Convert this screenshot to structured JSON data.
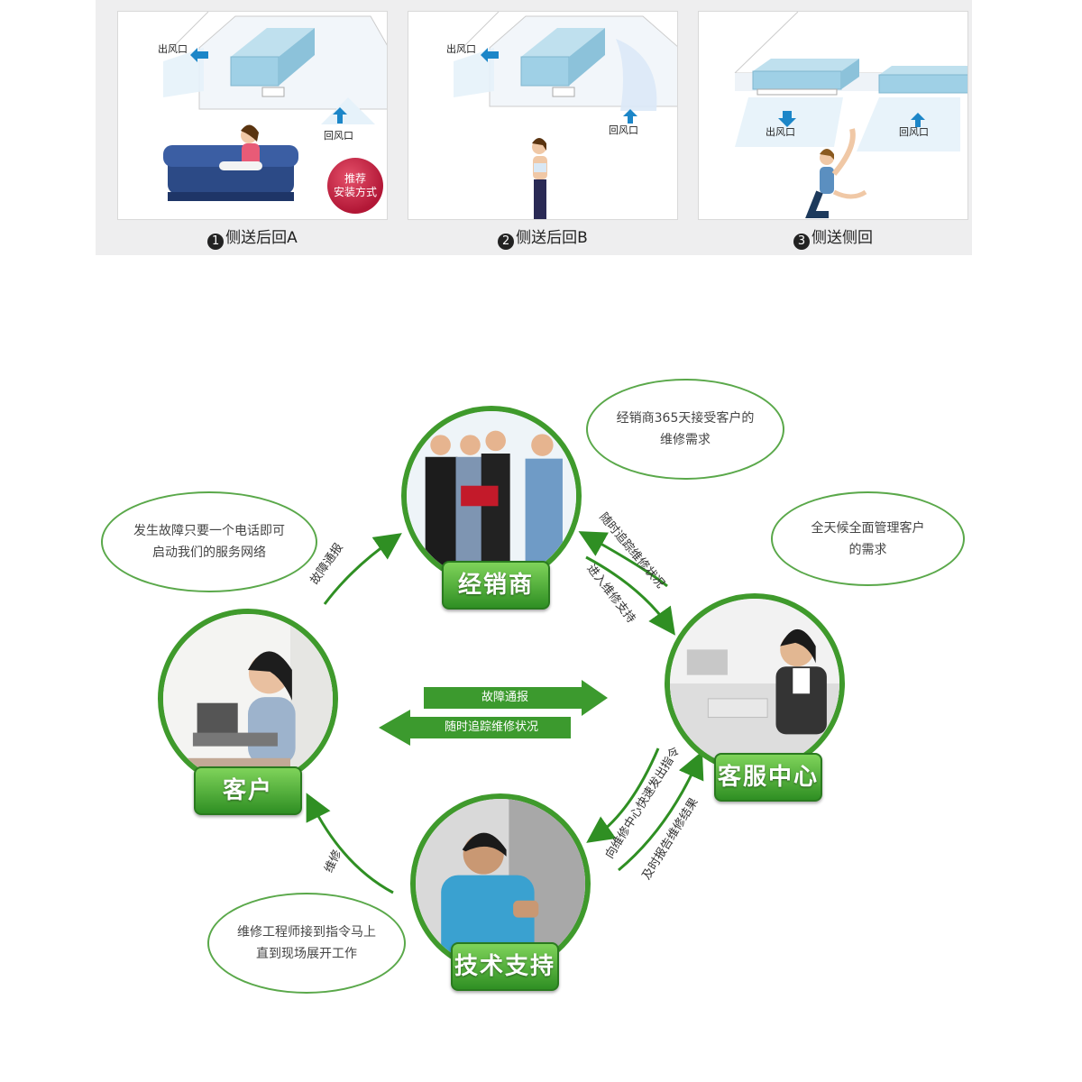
{
  "installation": {
    "cards": [
      {
        "caption_num": "1",
        "caption_text": "侧送后回A",
        "outlet": "出风口",
        "return": "回风口",
        "badge_line1": "推荐",
        "badge_line2": "安装方式"
      },
      {
        "caption_num": "2",
        "caption_text": "侧送后回B",
        "outlet": "出风口",
        "return": "回风口"
      },
      {
        "caption_num": "3",
        "caption_text": "侧送侧回",
        "outlet": "出风口",
        "return": "回风口"
      }
    ]
  },
  "service": {
    "nodes": {
      "dealer": "经销商",
      "customer": "客户",
      "service_center": "客服中心",
      "tech_support": "技术支持"
    },
    "bubbles": {
      "dealer": "经销商365天接受客户的维修需求",
      "customer": "发生故障只要一个电话即可启动我们的服务网络",
      "service_center": "全天候全面管理客户的需求",
      "engineer": "维修工程师接到指令马上直到现场展开工作"
    },
    "arrows": {
      "customer_to_dealer": "故障通报",
      "dealer_track": "随时追踪维修状况",
      "center_support": "进入维修支持",
      "middle_report": "故障通报",
      "middle_track": "随时追踪维修状况",
      "center_order": "向维修中心快速发出指令",
      "center_feedback": "及时报告维修结果",
      "tech_to_customer": "维修"
    }
  },
  "colors": {
    "green_dark": "#2f8f23",
    "green_light": "#7fd35a",
    "badge_red": "#c0203f",
    "panel_gray": "#eeeeef"
  }
}
